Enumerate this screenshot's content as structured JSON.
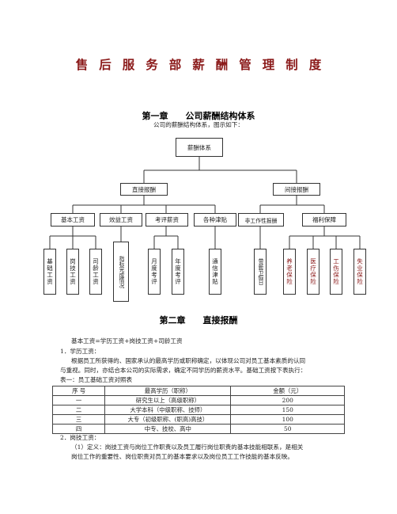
{
  "doc": {
    "title": "售后服务部薪酬管理制度",
    "chapter1": {
      "heading": "第一章　　公司薪酬结构体系",
      "intro": "公司的薪酬结构体系，图示如下："
    },
    "chart": {
      "root": "薪酬体系",
      "direct": "直接报酬",
      "indirect": "间接报酬",
      "base_salary": "基本工资",
      "performance_salary": "效益工资",
      "evaluation_salary": "考评薪资",
      "allowances": "各种津贴",
      "non_work_pay": "非工作性报酬",
      "welfare": "福利保障",
      "edu_salary": "基础工资",
      "post_skill": "岗技工资",
      "seniority": "司龄工资",
      "indicator": "指标完成情况",
      "monthly_eval": "月度考评",
      "annual_eval": "年度考评",
      "comm_allowance": "通信津贴",
      "holidays": "带薪节假日",
      "pension": "养老保险",
      "medical": "医疗保险",
      "injury": "工伤保险",
      "unemployment": "失业保险"
    },
    "chapter2": {
      "heading": "第二章　　直接报酬",
      "formula": "基本工资=学历工资+岗技工资+司龄工资",
      "item1": "1．学历工资：",
      "item1_text1": "根据员工所获得的、国家承认的最高学历或职称确定，以体现公司对员工基本素质的认同",
      "item1_text2": "与重视。同时，亦结合本公司的实际需求，确定不同学历的薪资水平。基础工资按下表执行：",
      "table_caption": "表一：员工基础工资对照表",
      "table": {
        "headers": [
          "序 号",
          "最高学历（职称）",
          "金额（元）"
        ],
        "rows": [
          [
            "一",
            "研究生以上（高级职称）",
            "200"
          ],
          [
            "二",
            "大学本科（中级职称、技师）",
            "150"
          ],
          [
            "三",
            "大专（初级职称、(职高)高技）",
            "100"
          ],
          [
            "四",
            "中专、技校、高中",
            "50"
          ]
        ]
      },
      "item2": "2．岗技工资：",
      "item2_text1": "（1）定义：岗技工资与岗位工作职责以及员工履行岗位职责的基本技能相联系，是相关",
      "item2_text2": "岗位工作的重要性、岗位职责对员工的基本要求以及岗位员工工作技能的基本反映。"
    }
  }
}
